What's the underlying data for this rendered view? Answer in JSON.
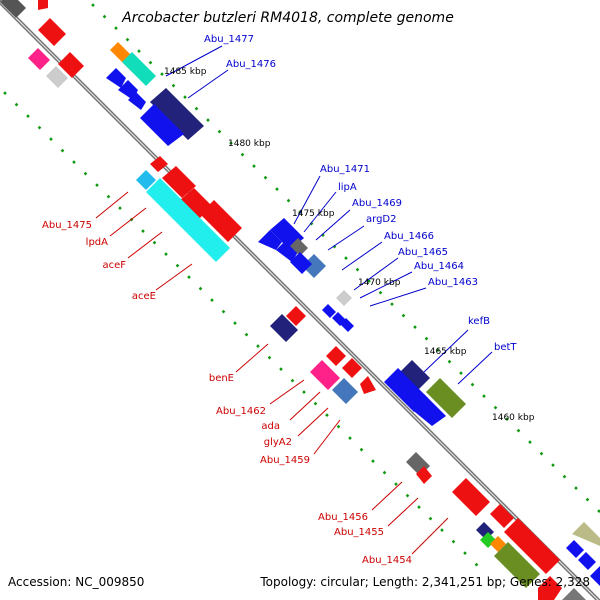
{
  "title": "Arcobacter butzleri RM4018, complete genome",
  "accession": "Accession: NC_009850",
  "topology": "Topology: circular; Length: 2,341,251 bp; Genes: 2,328",
  "scale_labels": [
    "1485 kbp",
    "1480 kbp",
    "1475 kbp",
    "1470 kbp",
    "1465 kbp",
    "1460 kbp"
  ],
  "upper_gene_labels": [
    "Abu_1477",
    "Abu_1476",
    "Abu_1471",
    "lipA",
    "Abu_1469",
    "argD2",
    "Abu_1466",
    "Abu_1465",
    "Abu_1464",
    "Abu_1463",
    "kefB",
    "betT"
  ],
  "lower_gene_labels": [
    "Abu_1475",
    "lpdA",
    "aceF",
    "aceE",
    "benE",
    "Abu_1462",
    "ada",
    "glyA2",
    "Abu_1459",
    "Abu_1456",
    "Abu_1455",
    "Abu_1454"
  ],
  "colors": {
    "backbone": "#777777",
    "scale_ticks": "#119911",
    "upper_label": "#0000cc",
    "lower_label": "#cc0000",
    "gene_red": "#ee1111",
    "gene_blue": "#1111ee",
    "gene_navy": "#22227a",
    "gene_cyan": "#22eeee",
    "gene_olive": "#6b8e23",
    "gene_steel": "#4477bb",
    "gene_gray": "#666666",
    "gene_magenta": "#ff2288"
  }
}
